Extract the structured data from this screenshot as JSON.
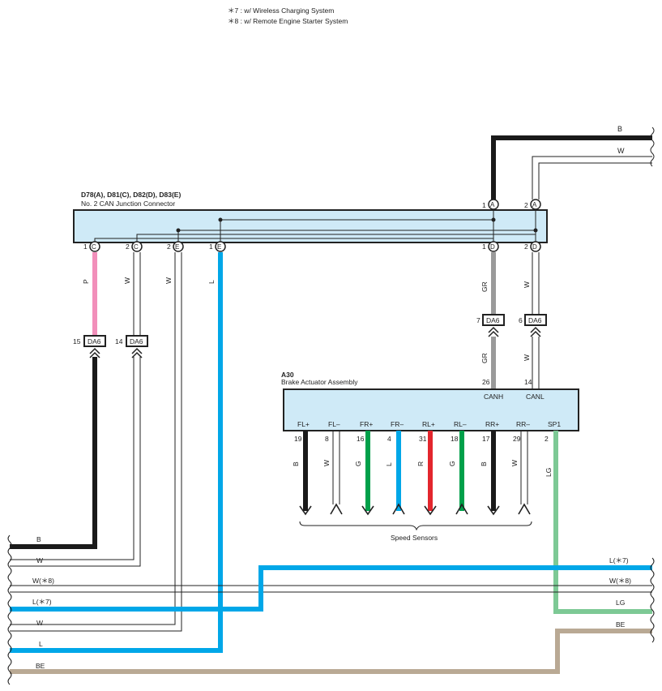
{
  "notes": {
    "n7": "＊7 : w/ Wireless Charging System",
    "n8": "＊8 : w/ Remote Engine Starter System"
  },
  "junction": {
    "code": "D78(A), D81(C), D82(D), D83(E)",
    "name": "No.  2 CAN Junction Connector",
    "pins": {
      "a1": "1",
      "a1_letter": "A",
      "a2": "2",
      "a2_letter": "A",
      "c1": "1",
      "c1_letter": "C",
      "c2": "2",
      "c2_letter": "C",
      "e2": "2",
      "e2_letter": "E",
      "e1": "1",
      "e1_letter": "E",
      "d1": "1",
      "d1_letter": "D",
      "d2": "2",
      "d2_letter": "D"
    }
  },
  "da6": {
    "label": "DA6",
    "p15": "15",
    "p14": "14",
    "p7": "7",
    "p6": "6"
  },
  "actuator": {
    "code": "A30",
    "name": "Brake Actuator Assembly",
    "canh": "CANH",
    "canl": "CANL",
    "pin26": "26",
    "pin14": "14",
    "terminals": [
      {
        "name": "FL+",
        "pin": "19",
        "color": "B"
      },
      {
        "name": "FL–",
        "pin": "8",
        "color": "W"
      },
      {
        "name": "FR+",
        "pin": "16",
        "color": "G"
      },
      {
        "name": "FR–",
        "pin": "4",
        "color": "L"
      },
      {
        "name": "RL+",
        "pin": "31",
        "color": "R"
      },
      {
        "name": "RL–",
        "pin": "18",
        "color": "G"
      },
      {
        "name": "RR+",
        "pin": "17",
        "color": "B"
      },
      {
        "name": "RR–",
        "pin": "29",
        "color": "W"
      },
      {
        "name": "SP1",
        "pin": "2",
        "color": "LG"
      }
    ]
  },
  "speed_sensors": "Speed Sensors",
  "wire_labels": {
    "p": "P",
    "w1": "W",
    "w2": "W",
    "l": "L",
    "gr1": "GR",
    "w3": "W",
    "gr2": "GR",
    "w4": "W"
  },
  "top_right": {
    "b": "B",
    "w": "W"
  },
  "left_lines": [
    "B",
    "W",
    "W(＊8)",
    "L(＊7)",
    "W",
    "L",
    "BE"
  ],
  "right_lines": [
    "L(＊7)",
    "W(＊8)",
    "LG",
    "BE"
  ],
  "colors": {
    "black": "#1a1a1a",
    "pink": "#f28fba",
    "blue": "#00a7e8",
    "gray": "#9a9a9a",
    "green": "#00a04a",
    "red": "#e3262d",
    "light_green": "#7dc995",
    "beige": "#b9a994",
    "box": "#cfeaf7"
  }
}
